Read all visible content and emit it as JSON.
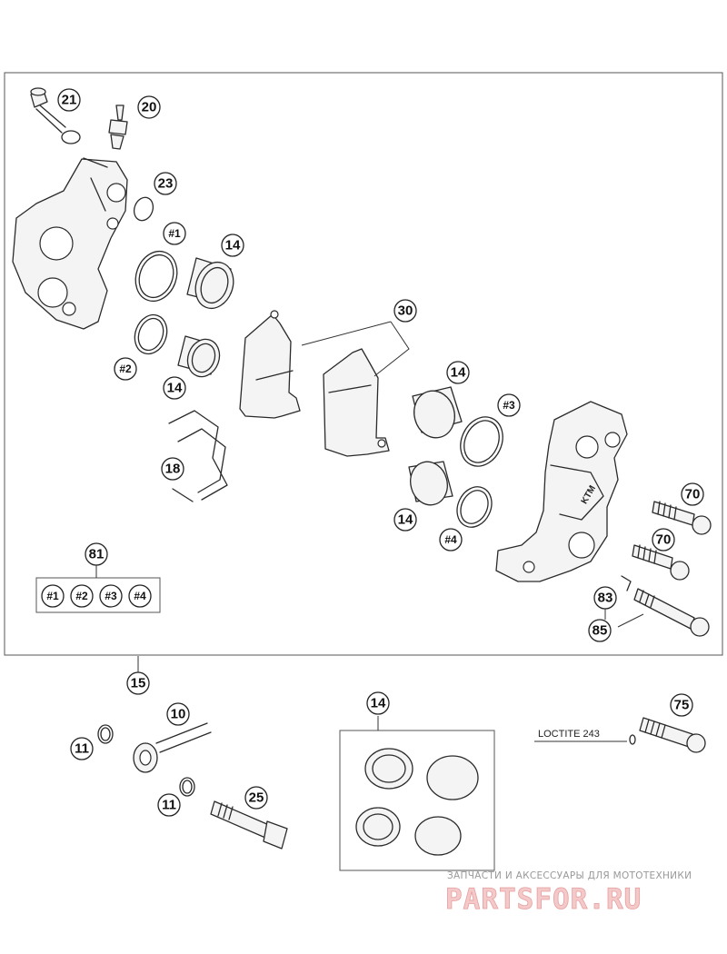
{
  "callouts": {
    "c21": "21",
    "c20": "20",
    "c23": "23",
    "c1": "#1",
    "c14a": "14",
    "c2": "#2",
    "c14b": "14",
    "c18": "18",
    "c30": "30",
    "c14c": "14",
    "c3": "#3",
    "c14d": "14",
    "c4": "#4",
    "c70a": "70",
    "c70b": "70",
    "c83": "83",
    "c85": "85",
    "c81": "81",
    "k1": "#1",
    "k2": "#2",
    "k3": "#3",
    "k4": "#4",
    "c15": "15",
    "c10": "10",
    "c11a": "11",
    "c11b": "11",
    "c25": "25",
    "c14e": "14",
    "c75": "75"
  },
  "note": {
    "loctite": "LOCTITE 243"
  },
  "caliper_logo": "KTM",
  "watermark": {
    "caption": "ЗАПЧАСТИ И АКСЕССУАРЫ ДЛЯ МОТОТЕХНИКИ",
    "logo": "PARTSFOR.RU"
  }
}
